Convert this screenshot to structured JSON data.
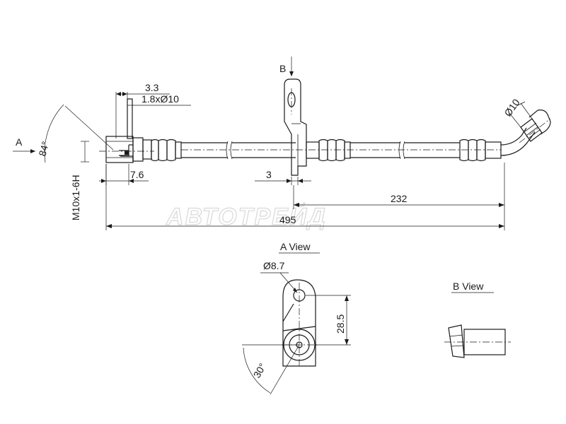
{
  "view_labels": {
    "arrow_a": "A",
    "arrow_b": "B",
    "a_view": "A View",
    "b_view": "B View"
  },
  "dimensions": {
    "d_3_3": "3.3",
    "d_1_8_dia10": "1.8xØ10",
    "d_7_6": "7.6",
    "d_3": "3",
    "d_232": "232",
    "d_495": "495",
    "d_dia10": "Ø10",
    "d_dia8_7": "Ø8.7",
    "d_28_5": "28.5",
    "angle_84": "84°",
    "angle_30": "30°",
    "thread": "M10x1-6H"
  },
  "watermark": "АВТОТРЕЙД"
}
